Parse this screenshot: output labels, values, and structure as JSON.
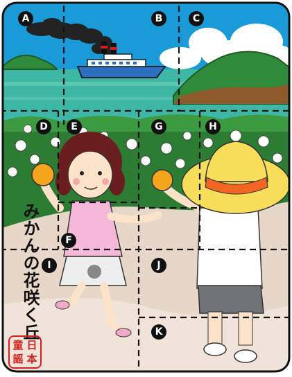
{
  "title": "みかんの花咲く丘",
  "seal_text": "日本童謡",
  "pieces": [
    {
      "label": "A"
    },
    {
      "label": "B"
    },
    {
      "label": "C"
    },
    {
      "label": "D"
    },
    {
      "label": "E"
    },
    {
      "label": "F"
    },
    {
      "label": "G"
    },
    {
      "label": "H"
    },
    {
      "label": "I"
    },
    {
      "label": "J"
    },
    {
      "label": "K"
    }
  ],
  "colors": {
    "sky": "#1a9bd8",
    "sea": "#3fb7a6",
    "hills": "#2f8a3a",
    "grass": "#2d7c34",
    "path": "#e7d7c8",
    "orange": "#f7a51d",
    "hat": "#f6dd5a",
    "hat_band": "#f26522",
    "seal": "#d51f1f"
  }
}
